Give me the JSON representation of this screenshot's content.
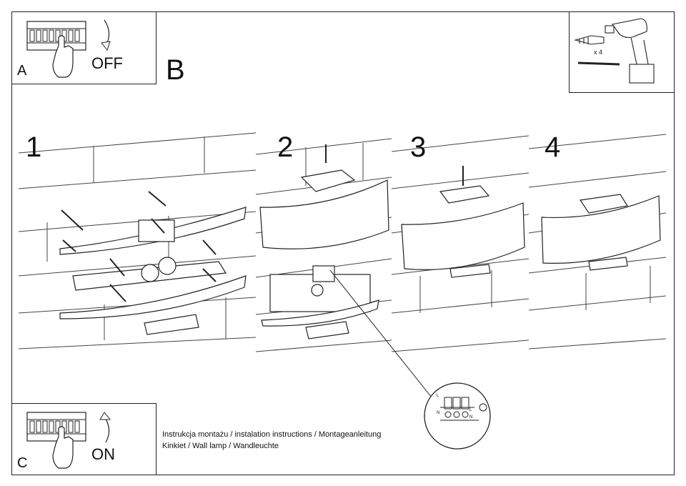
{
  "panel_a": {
    "letter": "A",
    "action": "OFF"
  },
  "panel_b": {
    "letter": "B"
  },
  "panel_c": {
    "letter": "C",
    "action": "ON"
  },
  "tools": {
    "count": "x 4"
  },
  "steps": [
    "1",
    "2",
    "3",
    "4"
  ],
  "captions": {
    "line1": "Instrukcja montażu / instalation instructions / Montageanleitung",
    "line2": "Kinkiet / Wall lamp / Wandleuchte"
  },
  "wiring": {
    "left_labels": [
      "L",
      "N"
    ],
    "right_labels": [
      "L",
      "N"
    ]
  }
}
